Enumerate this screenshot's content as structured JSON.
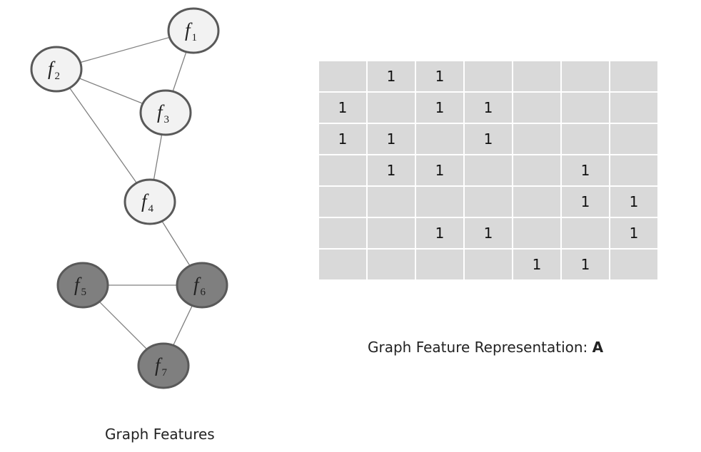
{
  "graph": {
    "caption": "Graph Features",
    "nodes": [
      {
        "id": "f1",
        "letter": "f",
        "sub": "1",
        "group": "light"
      },
      {
        "id": "f2",
        "letter": "f",
        "sub": "2",
        "group": "light"
      },
      {
        "id": "f3",
        "letter": "f",
        "sub": "3",
        "group": "light"
      },
      {
        "id": "f4",
        "letter": "f",
        "sub": "4",
        "group": "light"
      },
      {
        "id": "f5",
        "letter": "f",
        "sub": "5",
        "group": "dark"
      },
      {
        "id": "f6",
        "letter": "f",
        "sub": "6",
        "group": "dark"
      },
      {
        "id": "f7",
        "letter": "f",
        "sub": "7",
        "group": "dark"
      }
    ],
    "edges": [
      [
        "f1",
        "f2"
      ],
      [
        "f1",
        "f3"
      ],
      [
        "f2",
        "f3"
      ],
      [
        "f2",
        "f4"
      ],
      [
        "f3",
        "f4"
      ],
      [
        "f4",
        "f6"
      ],
      [
        "f5",
        "f6"
      ],
      [
        "f5",
        "f7"
      ],
      [
        "f6",
        "f7"
      ]
    ],
    "colors": {
      "light_fill": "#f2f2f2",
      "dark_fill": "#7f7f7f",
      "stroke": "#595959",
      "edge": "#808080"
    }
  },
  "matrix": {
    "caption_prefix": "Graph Feature Representation: ",
    "caption_symbol": "A",
    "rows": [
      [
        "",
        "1",
        "1",
        "",
        "",
        "",
        ""
      ],
      [
        "1",
        "",
        "1",
        "1",
        "",
        "",
        ""
      ],
      [
        "1",
        "1",
        "",
        "1",
        "",
        "",
        ""
      ],
      [
        "",
        "1",
        "1",
        "",
        "",
        "1",
        ""
      ],
      [
        "",
        "",
        "",
        "",
        "",
        "1",
        "1"
      ],
      [
        "",
        "",
        "1",
        "1",
        "",
        "",
        "1"
      ],
      [
        "",
        "",
        "",
        "",
        "1",
        "1",
        ""
      ]
    ],
    "colors": {
      "cell_fill": "#d9d9d9"
    }
  }
}
